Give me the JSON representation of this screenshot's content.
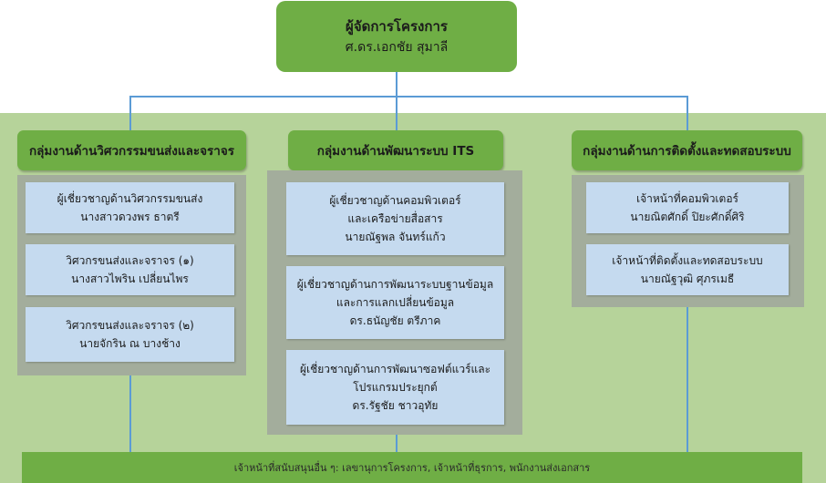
{
  "manager": {
    "title": "ผู้จัดการโครงการ",
    "name": "ศ.ดร.เอกชัย สุมาลี"
  },
  "groups": [
    {
      "title": "กลุ่มงานด้านวิศวกรรมขนส่งและจราจร",
      "members": [
        {
          "lines": [
            "ผู้เชี่ยวชาญด้านวิศวกรรมขนส่ง",
            "นางสาวดวงพร ธาตรี"
          ]
        },
        {
          "lines": [
            "วิศวกรขนส่งและจราจร (๑)",
            "นางสาวไพริน เปลี่ยนไพร"
          ]
        },
        {
          "lines": [
            "วิศวกรขนส่งและจราจร (๒)",
            "นายจักริน ณ บางช้าง"
          ]
        }
      ]
    },
    {
      "title": "กลุ่มงานด้านพัฒนาระบบ ITS",
      "members": [
        {
          "lines": [
            "ผู้เชี่ยวชาญด้านคอมพิวเตอร์",
            "และเครือข่ายสื่อสาร",
            "นายณัฐพล จันทร์แก้ว"
          ]
        },
        {
          "lines": [
            "ผู้เชี่ยวชาญด้านการพัฒนาระบบฐานข้อมูล",
            "และการแลกเปลี่ยนข้อมูล",
            "ดร.ธนัญชัย ตรีภาค"
          ]
        },
        {
          "lines": [
            "ผู้เชี่ยวชาญด้านการพัฒนาซอฟต์แวร์และ",
            "โปรแกรมประยุกต์",
            "ดร.รัฐชัย ชาวอุทัย"
          ]
        }
      ]
    },
    {
      "title": "กลุ่มงานด้านการติดตั้งและทดสอบระบบ",
      "members": [
        {
          "lines": [
            "เจ้าหน้าที่คอมพิวเตอร์",
            "นายณิตศักดิ์ ปิยะศักดิ์ศิริ"
          ]
        },
        {
          "lines": [
            "เจ้าหน้าที่ติดตั้งและทดสอบระบบ",
            "นายณัฐวุฒิ ศุภรเมธี"
          ]
        }
      ]
    }
  ],
  "support_staff": "เจ้าหน้าที่สนับสนุนอื่น ๆ: เลขานุการโครงการ, เจ้าหน้าที่ธุรการ, พนักงานส่งเอกสาร",
  "colors": {
    "header_green": "#6fae45",
    "band_green": "#b6d39a",
    "panel_gray": "#a3ad9c",
    "card_blue": "#c5daef",
    "connector_blue": "#5b9bd5"
  }
}
